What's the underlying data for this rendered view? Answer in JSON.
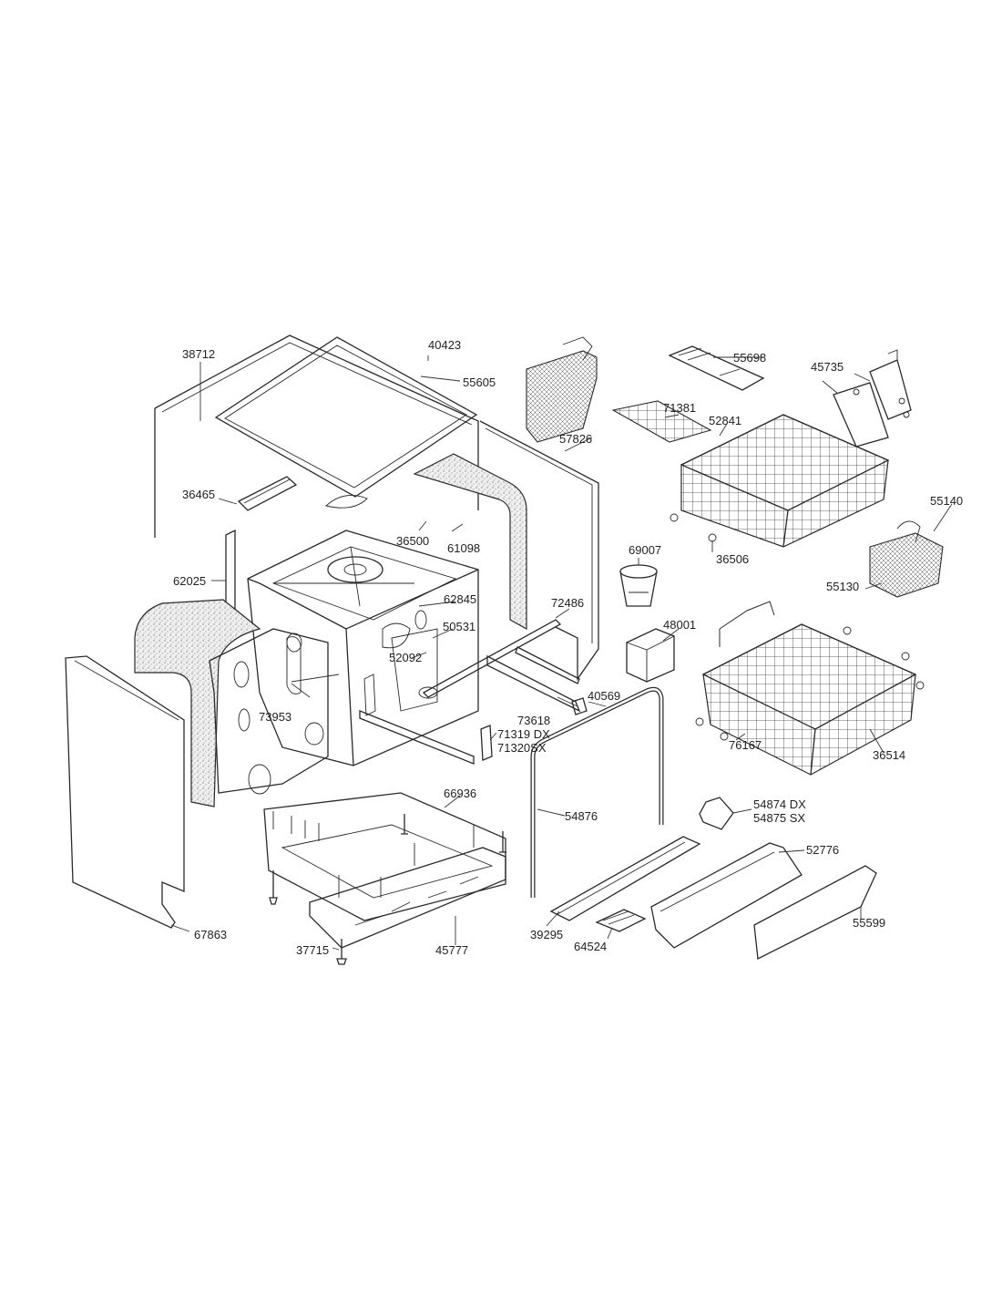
{
  "colors": {
    "line": "#2a2a2a",
    "label": "#222222",
    "background": "#ffffff",
    "insulation": "#bdbdbd"
  },
  "labels": {
    "p38712": "38712",
    "p40423": "40423",
    "p55605": "55605",
    "p55698": "55698",
    "p45735": "45735",
    "p71381": "71381",
    "p52841": "52841",
    "p57826": "57826",
    "p36465": "36465",
    "p36500": "36500",
    "p61098": "61098",
    "p69007": "69007",
    "p36506": "36506",
    "p55140": "55140",
    "p55130": "55130",
    "p62025": "62025",
    "p62845": "62845",
    "p72486": "72486",
    "p50531": "50531",
    "p48001": "48001",
    "p52092": "52092",
    "p73953": "73953",
    "p73618": "73618",
    "p40569": "40569",
    "p71319": "71319 DX",
    "p71320": "71320SX",
    "p76167": "76167",
    "p36514": "36514",
    "p66936": "66936",
    "p54876": "54876",
    "p54874": "54874 DX",
    "p54875": "54875 SX",
    "p52776": "52776",
    "p39295": "39295",
    "p64524": "64524",
    "p55599": "55599",
    "p67863": "67863",
    "p37715": "37715",
    "p45777": "45777"
  }
}
